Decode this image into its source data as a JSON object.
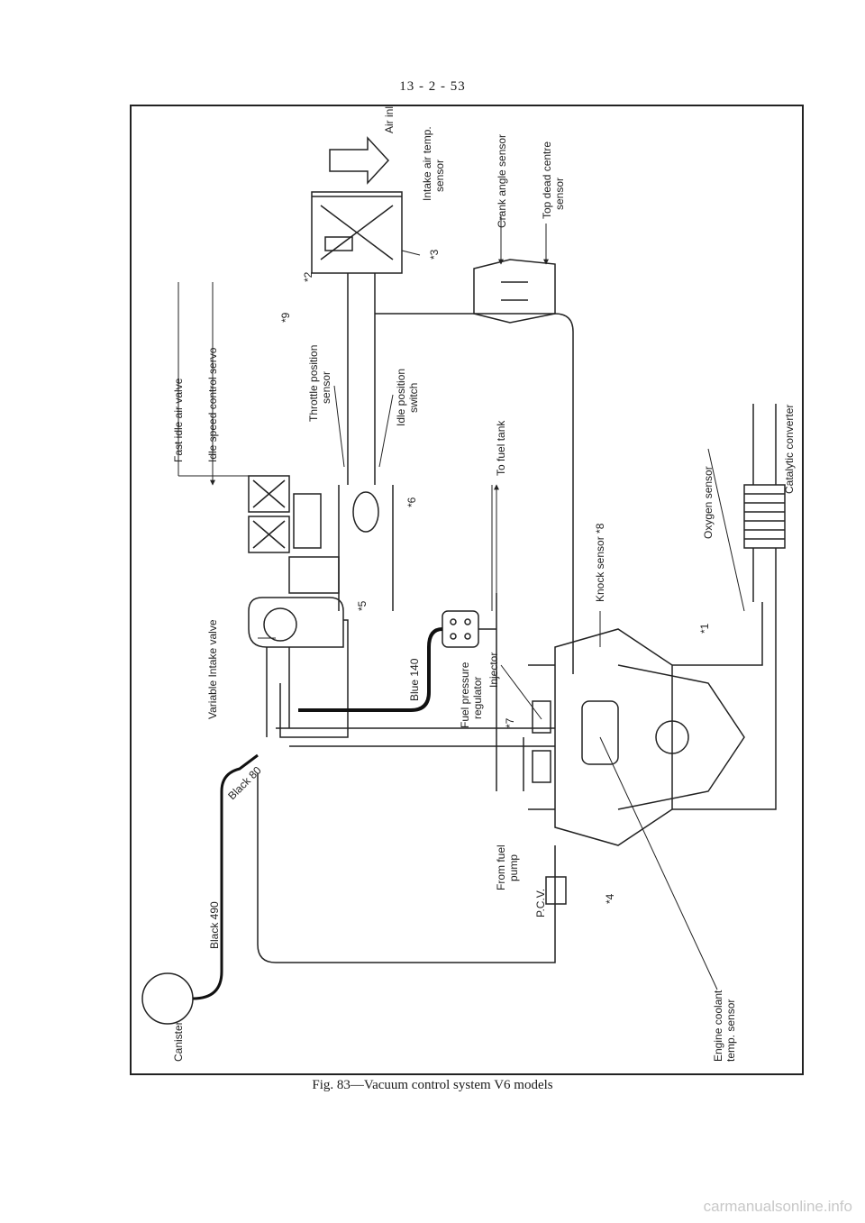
{
  "page": {
    "number": "13 - 2 - 53",
    "caption": "Fig. 83—Vacuum control system V6 models",
    "watermark": "carmanualsonline.info"
  },
  "diagram": {
    "labels": {
      "air_inlet": "Air inlet",
      "intake_air_temp": "Intake air temp.",
      "intake_air_temp_2": "sensor",
      "crank_angle": "Crank angle sensor",
      "top_dead_centre": "Top dead centre",
      "top_dead_centre_2": "sensor",
      "fast_idle": "Fast idle air valve",
      "idle_speed": "Idle speed control servo",
      "throttle_position": "Throttle position",
      "throttle_position_2": "sensor",
      "idle_position": "Idle position",
      "idle_position_2": "switch",
      "to_fuel_tank": "To fuel tank",
      "knock_sensor": "Knock sensor *8",
      "oxygen_sensor": "Oxygen sensor",
      "catalytic_converter": "Catalytic converter",
      "variable_intake": "Variable Intake valve",
      "blue_140": "Blue 140",
      "fuel_pressure": "Fuel pressure",
      "fuel_pressure_2": "regulator",
      "injector": "Injector",
      "black_80": "Black 80",
      "black_490": "Black 490",
      "from_fuel": "From fuel",
      "from_fuel_2": "pump",
      "pcv": "P.C.V.",
      "engine_coolant": "Engine coolant",
      "engine_coolant_2": "temp. sensor",
      "canister": "Canister"
    },
    "callouts": {
      "c1": "*1",
      "c2": "*2",
      "c3": "*3",
      "c4": "*4",
      "c5": "*5",
      "c6": "*6",
      "c7": "*7",
      "c9": "*9"
    }
  }
}
